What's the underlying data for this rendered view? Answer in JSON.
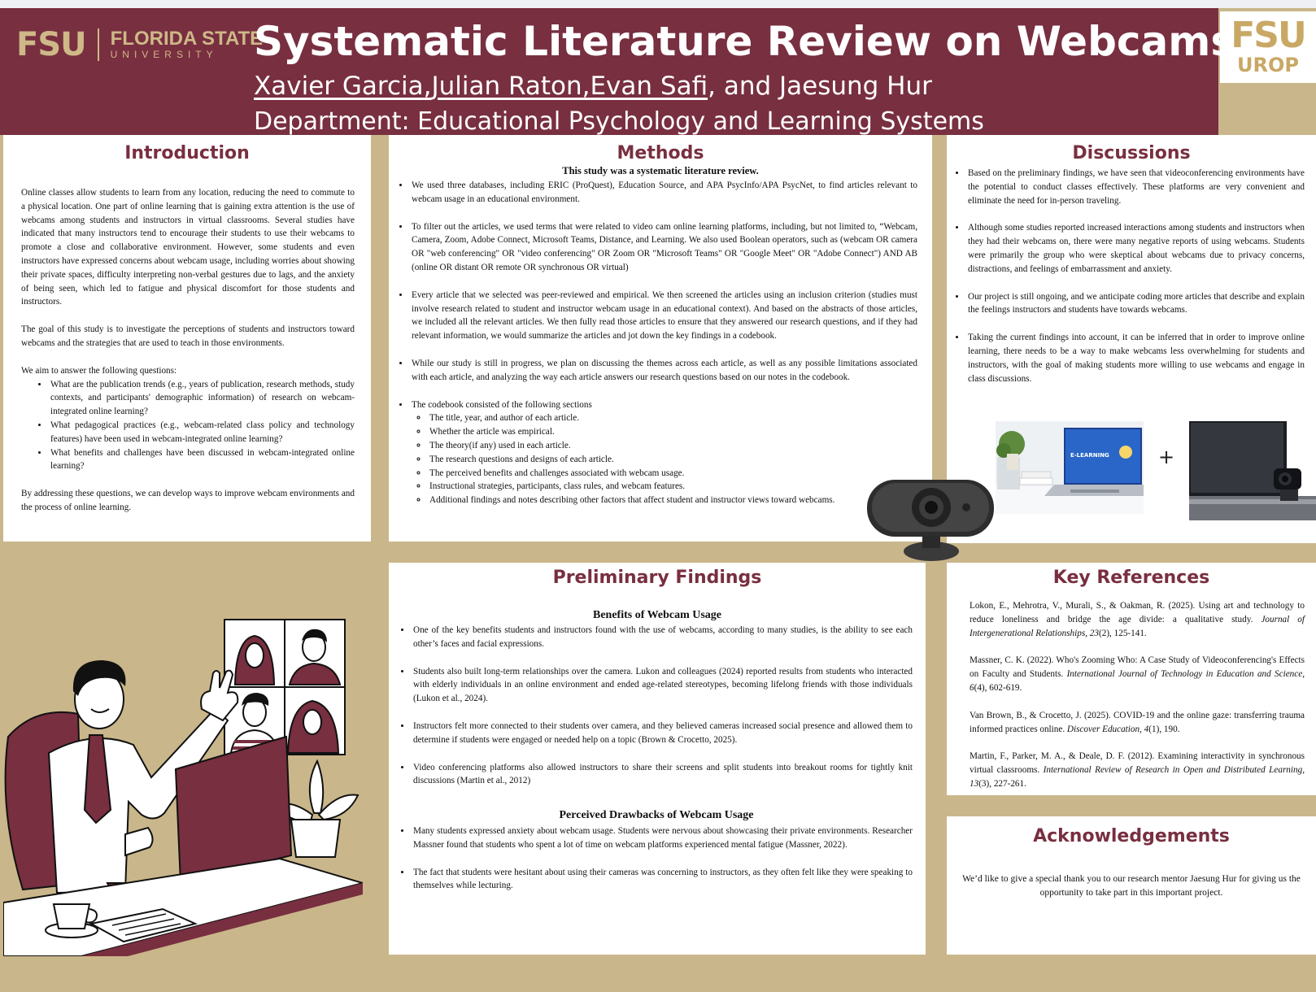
{
  "header": {
    "logo_mark": "FSU",
    "logo_name": "FLORIDA STATE",
    "logo_sub": "UNIVERSITY",
    "title": "Systematic Literature Review on Webcams",
    "authors_underlined": [
      "Xavier Garcia",
      "Julian Raton",
      "Evan Safi"
    ],
    "authors_rest": ", and Jaesung Hur",
    "department": "Department: Educational Psychology and Learning Systems",
    "urop_mark": "FSU",
    "urop_sub": "UROP"
  },
  "introduction": {
    "title": "Introduction",
    "p1": "Online classes allow students to learn from any location, reducing the need to commute to a physical location. One part of online learning that is gaining extra attention is the use of webcams among students and instructors in virtual classrooms. Several studies have indicated that many instructors tend to encourage their students to use their webcams to promote a close and collaborative environment. However, some students and even instructors have expressed concerns about webcam usage, including worries about showing their private spaces, difficulty interpreting non-verbal gestures due to lags, and the anxiety of being seen, which led to fatigue and physical discomfort for those students and instructors.",
    "p2": "The goal of this study is to investigate the perceptions of students and instructors toward webcams and the strategies that are used to teach in those environments.",
    "questions_intro": "We aim to answer the following questions:",
    "questions": [
      "What are the publication trends (e.g., years of publication, research methods, study contexts, and participants' demographic information) of research on webcam-integrated online learning?",
      "What pedagogical practices (e.g., webcam-related class policy and technology features) have been used in webcam-integrated online learning?",
      "What benefits and challenges have been discussed in webcam-integrated online learning?"
    ],
    "closing": "By addressing these questions, we can develop ways to improve webcam environments and the process of online learning."
  },
  "methods": {
    "title": "Methods",
    "lead": "This study was a systematic literature review.",
    "bullets": [
      "We used three databases, including ERIC (ProQuest), Education Source, and APA PsycInfo/APA PsycNet, to find articles relevant to webcam usage in an educational environment.",
      "To filter out the articles, we used terms that were related to video cam online learning platforms, including, but not limited to, “Webcam, Camera, Zoom, Adobe Connect, Microsoft Teams, Distance, and Learning. We also used Boolean operators, such as (webcam OR camera OR \"web conferencing\" OR \"video conferencing\" OR Zoom OR \"Microsoft Teams\" OR \"Google Meet\" OR \"Adobe Connect\") AND AB (online OR distant OR remote OR synchronous OR virtual)",
      "Every article that we selected was peer-reviewed and empirical. We then screened the articles using an inclusion criterion (studies must involve research related to student and instructor webcam usage in an educational context). And based on the abstracts of those articles, we included all the relevant articles. We then fully read those articles to ensure that they answered our research questions, and if they had relevant information, we would summarize the articles and jot down the key findings in a codebook.",
      "While our study is still in progress, we plan on discussing the themes across each article, as well as any possible limitations associated with each article, and analyzing the way each article answers our research questions based on our notes in the codebook."
    ],
    "codebook_intro": "The codebook consisted of the following sections",
    "codebook": [
      "The title, year, and author of each article.",
      "Whether the article was empirical.",
      "The theory(if any) used in each article.",
      "The research questions and designs of each article.",
      "The perceived benefits and challenges associated with webcam usage.",
      "Instructional strategies, participants, class rules, and webcam features.",
      "Additional findings and notes describing other factors that affect student and instructor views toward webcams."
    ]
  },
  "discussions": {
    "title": "Discussions",
    "bullets": [
      "Based on the preliminary findings, we have seen that videoconferencing environments have the potential to conduct classes effectively. These platforms are very convenient and eliminate the need for in-person traveling.",
      "Although some studies reported increased interactions among students and instructors when they had their webcams on, there were many negative reports of using webcams. Students were primarily the group who were skeptical about webcams due to privacy concerns, distractions, and feelings of embarrassment and anxiety.",
      "Our project is still ongoing, and we anticipate coding more articles that describe and explain the feelings instructors and students have towards webcams.",
      "Taking the current findings into account, it can be inferred that in order to improve online learning, there needs to be a way to make webcams less overwhelming for students and instructors, with the goal of making students more willing to use webcams and engage in class discussions."
    ],
    "laptop_screen_text": "E-LEARNING",
    "plus": "+"
  },
  "findings": {
    "title": "Preliminary Findings",
    "benefits_title": "Benefits of Webcam Usage",
    "benefits": [
      "One of the key benefits students and instructors found with the use of webcams, according to many studies, is the ability to see each other’s faces and facial expressions.",
      "Students also built long-term relationships over the camera. Lukon and colleagues (2024) reported results from students who interacted with elderly individuals in an online environment and ended age-related stereotypes, becoming lifelong friends with those individuals (Lukon et al., 2024).",
      "Instructors felt more connected to their students over camera, and they believed cameras increased social presence and allowed them to determine if students were engaged or needed help on a topic (Brown & Crocetto, 2025).",
      "Video conferencing platforms also allowed instructors to share their screens and split students into breakout rooms for tightly knit discussions (Martin et al., 2012)"
    ],
    "drawbacks_title": "Perceived Drawbacks of Webcam Usage",
    "drawbacks": [
      "Many students expressed anxiety about webcam usage. Students were nervous about showcasing their private environments. Researcher Massner found that students who spent a lot of time on webcam platforms experienced mental fatigue (Massner, 2022).",
      "The fact that students were hesitant about using their cameras was concerning to instructors, as they often felt like they were speaking to themselves while lecturing."
    ]
  },
  "references": {
    "title": "Key References",
    "items": [
      {
        "pre": "Lokon, E., Mehrotra, V., Murali, S., & Oakman, R. (2025). Using art and technology to reduce loneliness and bridge the age divide: a qualitative study. ",
        "journal": "Journal of Intergenerational Relationships, 23",
        "post": "(2), 125-141."
      },
      {
        "pre": "Massner, C. K. (2022). Who's Zooming Who: A Case Study of Videoconferencing's Effects on Faculty and Students. ",
        "journal": "International Journal of Technology in Education and Science, 6",
        "post": "(4), 602-619."
      },
      {
        "pre": "Van Brown, B., & Crocetto, J. (2025). COVID-19 and the online gaze: transferring trauma informed practices online. ",
        "journal": "Discover Education, 4",
        "post": "(1), 190."
      },
      {
        "pre": "Martin, F., Parker, M. A., & Deale, D. F. (2012). Examining interactivity in synchronous virtual classrooms. ",
        "journal": "International Review of Research in Open and Distributed Learning, 13",
        "post": "(3), 227-261."
      }
    ]
  },
  "acknowledgements": {
    "title": "Acknowledgements",
    "text": "We’d like to give a special thank you to our research mentor Jaesung Hur for giving us the opportunity to take part in this important project."
  },
  "colors": {
    "garnet": "#782f40",
    "gold": "#ceb888",
    "background_gold": "#c9b68a"
  }
}
